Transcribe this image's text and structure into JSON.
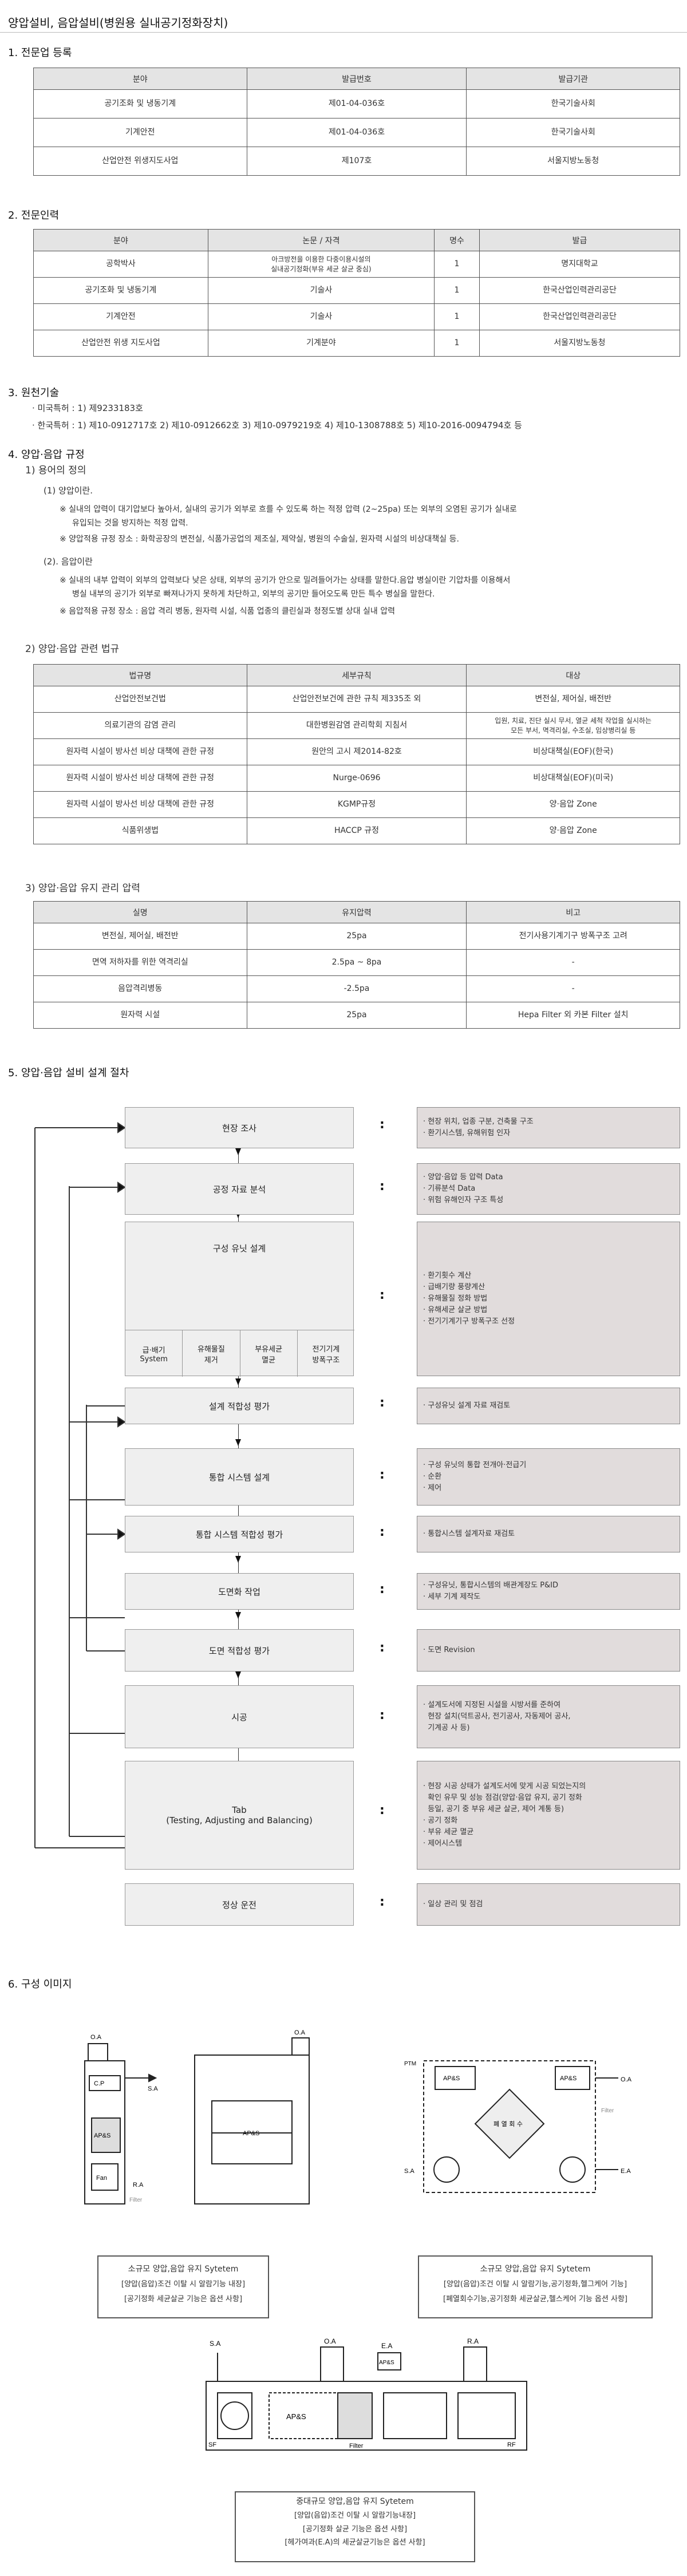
{
  "title": "양압설비, 음압설비(병원용 실내공기정화장치)",
  "s1": {
    "heading": "1. 전문업 등록",
    "headers": [
      "분야",
      "발급번호",
      "발급기관"
    ],
    "rows": [
      [
        "공기조화 및 냉동기계",
        "제01-04-036호",
        "한국기술사회"
      ],
      [
        "기계안전",
        "제01-04-036호",
        "한국기술사회"
      ],
      [
        "산업안전 위생지도사업",
        "제107호",
        "서울지방노동청"
      ]
    ]
  },
  "s2": {
    "heading": "2. 전문인력",
    "headers": [
      "분야",
      "논문 / 자격",
      "명수",
      "발급"
    ],
    "rows": [
      [
        "공학박사",
        "아크방전을 이용한 다중이용시설의\n실내공기정화(부유 세균 살균 중심)",
        "1",
        "명지대학교"
      ],
      [
        "공기조화 및 냉동기계",
        "기술사",
        "1",
        "한국산업인력관리공단"
      ],
      [
        "기계안전",
        "기술사",
        "1",
        "한국산업인력관리공단"
      ],
      [
        "산업안전 위생 지도사업",
        "기계분야",
        "1",
        "서울지방노동청"
      ]
    ]
  },
  "s3": {
    "heading": "3. 원천기술",
    "line1": "· 미국특허 : 1) 제9233183호",
    "line2": "· 한국특허 : 1) 제10-0912717호   2) 제10-0912662호   3) 제10-0979219호   4) 제10-1308788호   5) 제10-2016-0094794호 등"
  },
  "s4": {
    "heading": "4. 양압·음압 규정",
    "sub1": "1) 용어의 정의",
    "p1": "(1) 양압이란.",
    "p1a": "※ 실내의 압력이 대기압보다 높아서, 실내의 공기가 외부로 흐를 수 있도록 하는 적정 압력 (2~25pa) 또는 외부의 오염된 공기가 실내로",
    "p1b": "유입되는 것을 방지하는 적정 압력.",
    "p1c": "※ 양압적용 규정 장소 : 화학공장의 변전실, 식품가공업의 제조실, 제약실, 병원의 수술실, 원자력 시설의 비상대책실 등.",
    "p2": "(2). 음압이란",
    "p2a": "※ 실내의 내부 압력이 외부의 압력보다 낮은 상태, 외부의 공기가 안으로 밀려들어가는 상태를 말한다.음압 병실이란 기압차를 이용해서",
    "p2b": "병실 내부의 공기가 외부로 빠져나가지 못하게 차단하고, 외부의 공기만 들어오도록 만든 특수 병실을 말한다.",
    "p2c": "※ 음압적용 규정 장소 : 음압 격리 병동, 원자력 시설, 식품 업종의 클린실과 청정도별 상대 실내 압력",
    "sub2": "2) 양압·음압 관련 법규",
    "headers": [
      "법규명",
      "세부규칙",
      "대상"
    ],
    "rows": [
      [
        "산업안전보건법",
        "산업안전보건에 관한 규칙 제335조 외",
        "변전실, 제어실, 배전반"
      ],
      [
        "의료기관의 감염 관리",
        "대한병원감염 관리학회 지침서",
        "입원, 치료, 진단 실시 무서, 열균 세척 작업을 실시하는\n모든 부서, 멱격리실, 수조실, 임상병리실 등"
      ],
      [
        "원자력 시설이 방사선 비상 대책에 관한 규정",
        "원안의 고시 제2014-82호",
        "비상대책실(EOF)(한국)"
      ],
      [
        "원자력 시설이 방사선 비상 대책에 관한 규정",
        "Nurge-0696",
        "비상대책실(EOF)(미국)"
      ],
      [
        "원자력 시설이 방사선 비상 대책에 관한 규정",
        "KGMP규정",
        "양·음압 Zone"
      ],
      [
        "식품위생법",
        "HACCP 규정",
        "양·음압 Zone"
      ]
    ],
    "sub3": "3) 양압·음압 유지 관리 압력",
    "headers3": [
      "실명",
      "유지압력",
      "비고"
    ],
    "rows3": [
      [
        "변전실, 제어실, 배전반",
        "25pa",
        "전기사용기계기구 방폭구조 고려"
      ],
      [
        "면역 저하자를 위한 역격리실",
        "2.5pa ~ 8pa",
        "-"
      ],
      [
        "음압격리병동",
        "-2.5pa",
        "-"
      ],
      [
        "원자력 시설",
        "25pa",
        "Hepa Filter 외 카본 Filter 설치"
      ]
    ]
  },
  "s5": {
    "heading": "5. 양압·음압 설비 설계 절차",
    "steps": [
      "현장 조사",
      "공정 자료 분석",
      "구성 유닛 설계",
      "설계 적합성 평가",
      "통합 시스템 설계",
      "통합 시스템 적합성 평가",
      "도면화 작업",
      "도면 적합성 평가",
      "시공",
      "Tab\n(Testing, Adjusting and Balancing)",
      "정상 운전"
    ],
    "units": [
      "급·배기\nSystem",
      "유해물질\n제거",
      "부유세균\n멸균",
      "전기기계\n방폭구조"
    ],
    "colon": ":",
    "notes": [
      [
        "· 현장 위치, 업종 구분, 건축물 구조",
        "· 환기시스템, 유해위험 인자"
      ],
      [
        "· 양압·음압 등 압력 Data",
        "· 기류분석 Data",
        "· 위험 유해인자 구조 특성"
      ],
      [
        "· 환기횟수 계산",
        "· 급배기량 풍량계산",
        "· 유해물질 정화 방법",
        "· 유해세균 살균 방법",
        "· 전기기계기구 방폭구조 선정"
      ],
      [
        "· 구성유닛 설계 자료 재검토"
      ],
      [
        "· 구성 유닛의 통합 전개아·전급기",
        "· 순환",
        "· 제어"
      ],
      [
        "· 통합시스템 설계자료 재검토"
      ],
      [
        "· 구성유닛, 통합시스템의 배관계장도 P&ID",
        "· 세부 기계 제작도"
      ],
      [
        "· 도면 Revision"
      ],
      [
        "· 설계도서에 지정된 시설을 시방서를 준하여",
        "  현장 설치(덕트공사, 전기공사, 자동제어 공사,",
        "  기계공 사 등)"
      ],
      [
        "· 현장 시공 상태가 설계도서에 맞게 시공 되었는지의",
        "  확인 유무 및 성능 점검(양압·음압 유지, 공기 정화",
        "  등일, 공기 중 부유 세균 살균, 제어 계통 등)",
        "· 공기 정화",
        "· 부유 세균 멸균",
        "· 제어시스템"
      ],
      [
        "· 일상 관리 및 점검"
      ]
    ]
  },
  "s6": {
    "heading": "6. 구성 이미지",
    "img_labels": {
      "oa": "O.A",
      "sa": "S.A",
      "cp": "C.P",
      "apas": "AP&S",
      "fan": "Fan",
      "ra": "R.A",
      "filter": "Filter",
      "ptm": "PTM",
      "ea": "E.A",
      "hx": "폐 열 회 수",
      "sf": "SF",
      "rf": "RF",
      "fl": "Filter"
    },
    "cap1": {
      "title": "소규모 양압,음압 유지 Sytetem",
      "l1": "[양압(음압)조건 이탈 시 알람기능 내장]",
      "l2": "[공기정화 세균살균 기능은 옵션 사항]"
    },
    "cap2": {
      "title": "소규모 양압,음압 유지 Sytetem",
      "l1": "[양압(음압)조건 이탈 시 알람기능,공기정화,헬그케어 기능]",
      "l2": "[폐열회수기능,공기정화 세균살균,헬스케어 기능 옵션 사항]"
    },
    "cap3": {
      "title": "중대규모 양압,음압 유지 Sytetem",
      "l1": "[양압(음압)조건 이탈 시 알람기능내장]",
      "l2": "[공기정화 살균 기능은 옵션 사항]",
      "l3": "[헤가여과(E.A)의 세균살균기능은 옵션 사항]"
    }
  }
}
